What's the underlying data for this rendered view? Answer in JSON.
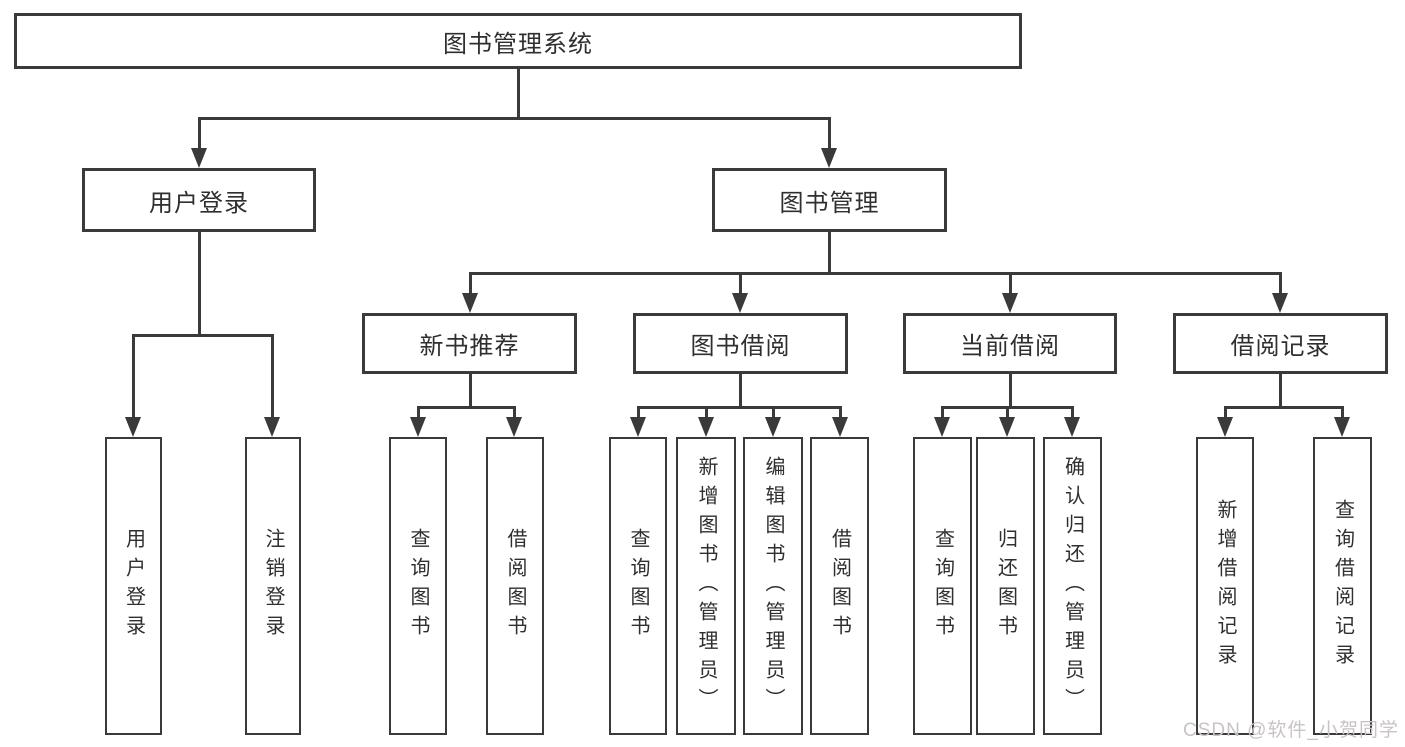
{
  "tree": {
    "root": "图书管理系统",
    "branches": [
      {
        "label": "用户登录",
        "children": [
          "用户登录",
          "注销登录"
        ]
      },
      {
        "label": "图书管理",
        "sections": [
          {
            "label": "新书推荐",
            "children": [
              "查询图书",
              "借阅图书"
            ]
          },
          {
            "label": "图书借阅",
            "children": [
              "查询图书",
              "新增图书（管理员）",
              "编辑图书（管理员）",
              "借阅图书"
            ]
          },
          {
            "label": "当前借阅",
            "children": [
              "查询图书",
              "归还图书",
              "确认归还（管理员）"
            ]
          },
          {
            "label": "借阅记录",
            "children": [
              "新增借阅记录",
              "查询借阅记录"
            ]
          }
        ]
      }
    ]
  },
  "watermark": "CSDN @软件_小贺同学",
  "colors": {
    "line": "#3a3a3a",
    "text": "#2f2f2f",
    "watermark": "#c9c3c3",
    "background": "#ffffff"
  }
}
